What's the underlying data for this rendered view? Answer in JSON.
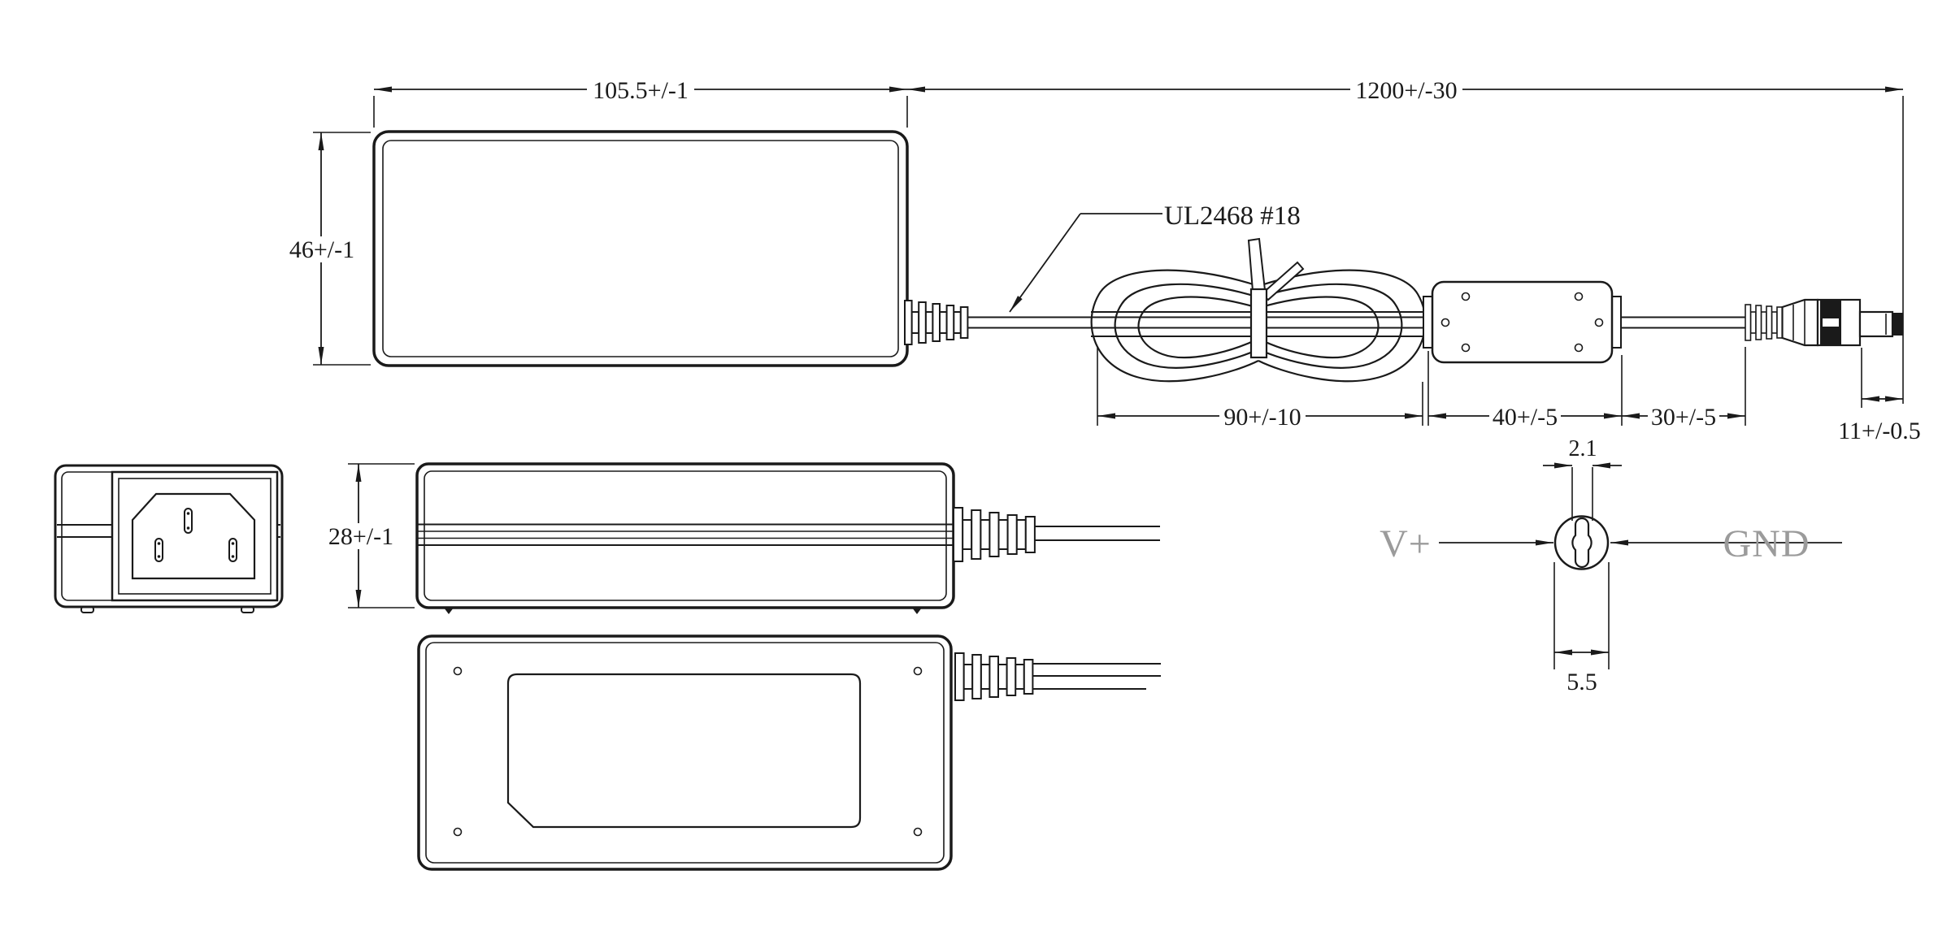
{
  "dimensions": {
    "body_width": "105.5+/-1",
    "cord_length": "1200+/-30",
    "body_height": "46+/-1",
    "body_thickness": "28+/-1",
    "coil_span": "90+/-10",
    "filter_span": "40+/-5",
    "lead_span": "30+/-5",
    "plug_length": "11+/-0.5",
    "pin_hole_diameter": "2.1",
    "plug_outer_diameter": "5.5"
  },
  "annotations": {
    "cable_spec": "UL2468 #18",
    "positive_label": "V+",
    "ground_label": "GND"
  },
  "colors": {
    "ink": "#1a1a1a",
    "muted": "#9b9b9b",
    "paper": "#ffffff"
  }
}
